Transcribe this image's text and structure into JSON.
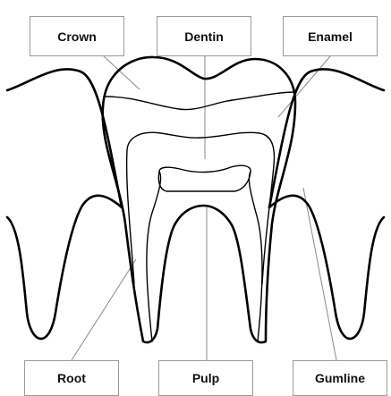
{
  "labels": {
    "crown": "Crown",
    "dentin": "Dentin",
    "enamel": "Enamel",
    "root": "Root",
    "pulp": "Pulp",
    "gumline": "Gumline"
  }
}
